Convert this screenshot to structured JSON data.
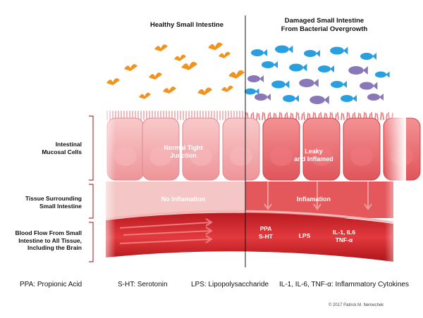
{
  "headers": {
    "left": "Healthy Small Intestine",
    "right_line1": "Damaged Small Intestine",
    "right_line2": "From Bacterial Overgrowth"
  },
  "side_labels": {
    "mucosal_line1": "Intestinal",
    "mucosal_line2": "Mucosal Cells",
    "tissue_line1": "Tissue Surrounding",
    "tissue_line2": "Small Intestine",
    "blood_line1": "Blood Flow From Small",
    "blood_line2": "Intestine to All Tissue,",
    "blood_line3": "Including the Brain"
  },
  "cell_labels": {
    "healthy_line1": "Normal Tight",
    "healthy_line2": "Junction",
    "damaged_line1": "Leaky",
    "damaged_line2": "and Inflamed"
  },
  "tissue_labels": {
    "healthy": "No Inflamation",
    "damaged": "Inflamation"
  },
  "blood_labels": {
    "ppa": "PPA",
    "sht": "S-HT",
    "lps": "LPS",
    "il": "IL-1, IL6",
    "tnf": "TNF-α"
  },
  "legend": {
    "ppa": "PPA: Propionic Acid",
    "sht": "S-HT: Serotonin",
    "lps": "LPS: Lipopolysaccharide",
    "cyto": "IL-1, IL-6, TNF-α: Inflammatory Cytokines"
  },
  "copyright": "© 2017 Patrick M. Nemechek",
  "colors": {
    "bird": "#f0941f",
    "fish_blue": "#2a9fe0",
    "fish_purple": "#8878b8",
    "cell_pink": "#f2a0a4",
    "cell_red": "#e86a6e",
    "tissue": "#f4c4c4",
    "tissue_inflamed": "#e85a5c",
    "blood": "#d8262c"
  }
}
